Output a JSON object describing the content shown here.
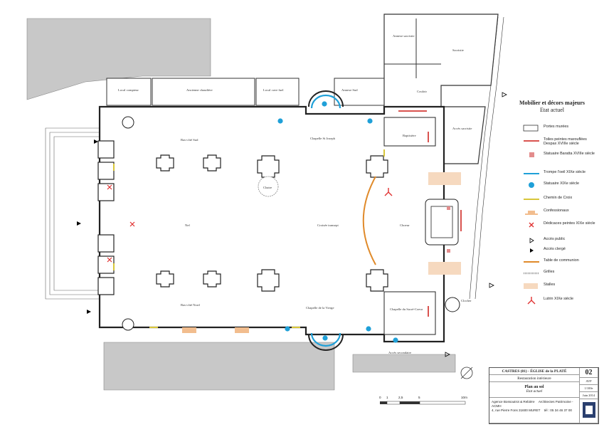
{
  "labels": {
    "local_compteur": "Local compteur",
    "ancienne_chaudiere": "Ancienne chaudière",
    "local_cuve_fuel": "Local cuve fuel",
    "annexe_sud": "Annexe Sud",
    "annexe_sacristie": "Annexe sacristie",
    "sacristie": "Sacristie",
    "couloir": "Couloir",
    "acces_sacristie": "Accès sacristie",
    "bas_cote_sud": "Bas-côté Sud",
    "chapelle_st_joseph": "Chapelle St Joseph",
    "baptistere": "Baptistère",
    "chaire": "Chaire",
    "nef": "Nef",
    "croisee_transept": "Croisée transept",
    "choeur": "Choeur",
    "bas_cote_nord": "Bas-côté Nord",
    "chapelle_vierge": "Chapelle de la Vierge",
    "chapelle_sacre_coeur": "Chapelle du Sacré-Coeur",
    "clocher": "Clocher",
    "acces_secondaire": "Accès secondaire"
  },
  "legend": {
    "title": "Mobilier et décors majeurs",
    "subtitle": "Etat actuel",
    "items": [
      {
        "label": "Portes murées",
        "icon": "walled-door-rect",
        "color": "#ffffff"
      },
      {
        "label": "Toiles peintes marouflées Despax XVIIIe siècle",
        "icon": "red-line",
        "color": "#d9534f"
      },
      {
        "label": "Statuaire Baratta XVIIIe siècle",
        "icon": "pink-square",
        "color": "#e38c8c"
      },
      {
        "label": "Trompe l'oeil XIXe siècle",
        "icon": "blue-line",
        "color": "#1fa0d8"
      },
      {
        "label": "Statuaire XIXe siècle",
        "icon": "blue-circle",
        "color": "#1fa0d8"
      },
      {
        "label": "Chemin de Croix",
        "icon": "yellow-line",
        "color": "#d8c63a"
      },
      {
        "label": "Confessionaux",
        "icon": "confessional-shape",
        "color": "#f2bd8e"
      },
      {
        "label": "Dédicaces peintes XIXe siècle",
        "icon": "red-cross",
        "color": "#e03030"
      },
      {
        "label": "Accès public",
        "icon": "open-triangle",
        "color": "#000000"
      },
      {
        "label": "Accès clergé",
        "icon": "filled-triangle",
        "color": "#000000"
      },
      {
        "label": "Table de communion",
        "icon": "orange-line",
        "color": "#e08a2a"
      },
      {
        "label": "Grilles",
        "icon": "grille-line",
        "color": "#999999"
      },
      {
        "label": "Stalles",
        "icon": "stalles-rect",
        "color": "#f6d9bf"
      },
      {
        "label": "Lutrin XIXe siècle",
        "icon": "lutrin-icon",
        "color": "#e03030"
      }
    ]
  },
  "cartouche": {
    "project": "CASTRES (81) - ÉGLISE de la PLATÉ",
    "subject": "Restauration intérieure",
    "sheet_title": "Plan au sol",
    "sheet_subtitle": "Etat actuel",
    "agency": "Agence Bossoutrot & Rebière",
    "architects": "Architectes Patrimoine - ACMH",
    "address": "4, rue Pierre Fons 31600 MURET",
    "phone": "tél : 05 34 46 37 00",
    "sheet_number": "02",
    "phase": "AVP",
    "scale": "1/100e",
    "date": "Juin 2014"
  },
  "scale_bar": {
    "ticks": [
      "0",
      "1",
      "2,5",
      "5",
      "10m"
    ]
  },
  "colors": {
    "wall_fill": "#ffffff",
    "wall_stroke": "#333333",
    "grey_block": "#c8c8c8",
    "orange": "#e08a2a",
    "blue": "#1fa0d8",
    "red": "#d9534f",
    "stalles": "#f6d9bf"
  }
}
